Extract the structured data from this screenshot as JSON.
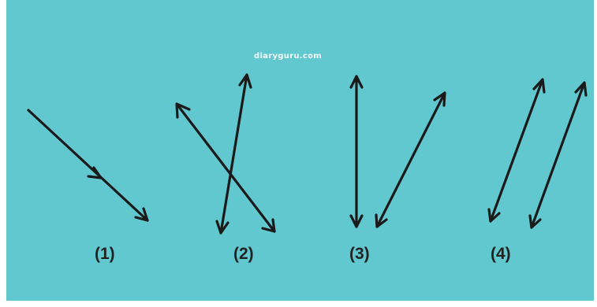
{
  "background_color": "#62c8cf",
  "line_color": "#1a1a1a",
  "watermark": "diaryguru.com",
  "figures": [
    {
      "label": "(1)",
      "relation": "ray"
    },
    {
      "label": "(2)",
      "relation": "intersecting-lines"
    },
    {
      "label": "(3)",
      "relation": "intersecting-lines"
    },
    {
      "label": "(4)",
      "relation": "parallel-lines"
    }
  ]
}
